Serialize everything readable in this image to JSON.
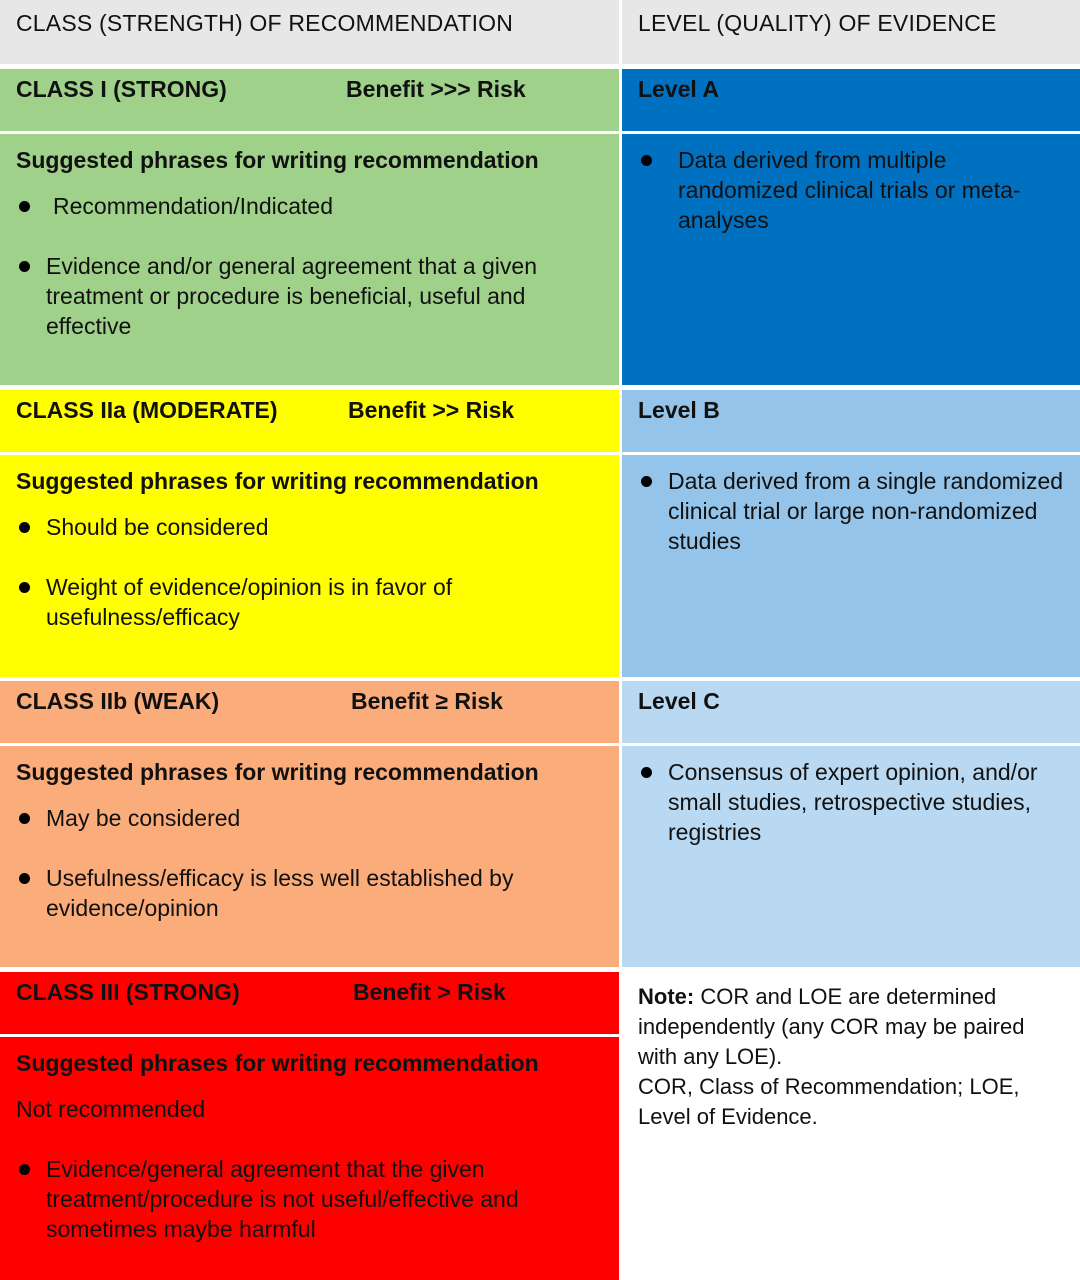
{
  "header": {
    "left": "CLASS (STRENGTH) OF RECOMMENDATION",
    "right": "LEVEL (QUALITY) OF EVIDENCE"
  },
  "classes": [
    {
      "title": "CLASS I (STRONG)",
      "benefit": "Benefit >>> Risk",
      "phrases_heading": "Suggested phrases for writing recommendation",
      "plain": "",
      "bullets": [
        "Recommendation/Indicated",
        "Evidence and/or general agreement that a given treatment or procedure is beneficial, useful and effective"
      ],
      "color": "#9fd18a"
    },
    {
      "title": "CLASS IIa (MODERATE)",
      "benefit": "Benefit >> Risk",
      "phrases_heading": "Suggested phrases for writing recommendation",
      "plain": "",
      "bullets": [
        "Should be considered",
        "Weight of evidence/opinion is in favor of usefulness/efficacy"
      ],
      "color": "#ffff00"
    },
    {
      "title": "CLASS IIb (WEAK)",
      "benefit": "Benefit ≥ Risk",
      "phrases_heading": "Suggested phrases for writing recommendation",
      "plain": "",
      "bullets": [
        "May be considered",
        "Usefulness/efficacy is less well established by evidence/opinion"
      ],
      "color": "#fbac7b"
    },
    {
      "title": "CLASS III (STRONG)",
      "benefit": "Benefit > Risk",
      "phrases_heading": "Suggested phrases for writing recommendation",
      "plain": "Not recommended",
      "bullets": [
        "Evidence/general agreement that the given treatment/procedure is not useful/effective and sometimes maybe harmful"
      ],
      "color": "#ff0000"
    }
  ],
  "levels": [
    {
      "title": "Level A",
      "description": "Data derived from multiple randomized clinical trials or meta-analyses",
      "color": "#0070c0"
    },
    {
      "title": "Level B",
      "description": "Data derived from a single randomized clinical trial or large non-randomized studies",
      "color": "#94c4ea"
    },
    {
      "title": "Level C",
      "description": "Consensus of expert opinion, and/or small studies, retrospective studies, registries",
      "color": "#b9d8f1"
    }
  ],
  "note": {
    "label": "Note:",
    "text": "COR and LOE are determined independently (any COR may be paired with any LOE).",
    "abbreviations": "COR, Class of Recommendation; LOE, Level of Evidence."
  }
}
